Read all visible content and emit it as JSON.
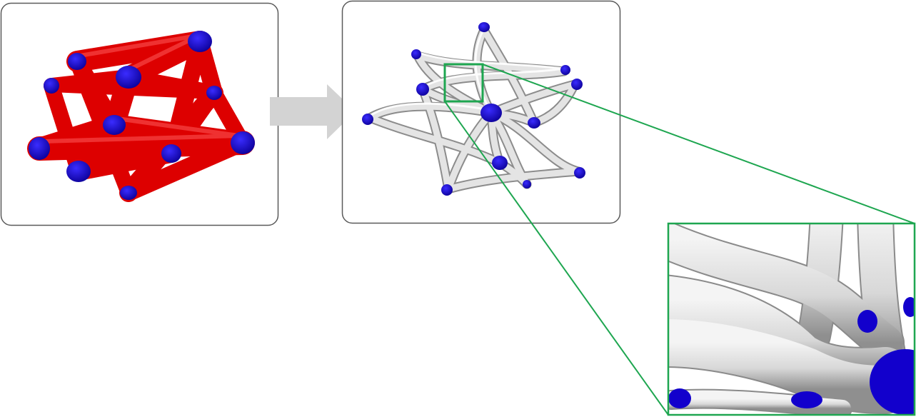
{
  "figure": {
    "panels": [
      {
        "id": "input-structure",
        "style": "straight rods",
        "edge_color": "#dd0000",
        "node_color": "#1200cc"
      },
      {
        "id": "output-structure",
        "style": "curved tubes",
        "edge_color": "#d9d9d9",
        "node_color": "#1200cc"
      },
      {
        "id": "zoom-inset",
        "style": "magnified detail of output-structure",
        "edge_color": "#d9d9d9",
        "node_color": "#1200cc"
      }
    ],
    "arrow": {
      "from": "input-structure",
      "to": "output-structure",
      "color": "#d3d3d3"
    },
    "highlight": {
      "color": "#1ea650",
      "panel": "output-structure",
      "links_to": "zoom-inset"
    },
    "panel_border_color": "#5a5a5a"
  }
}
